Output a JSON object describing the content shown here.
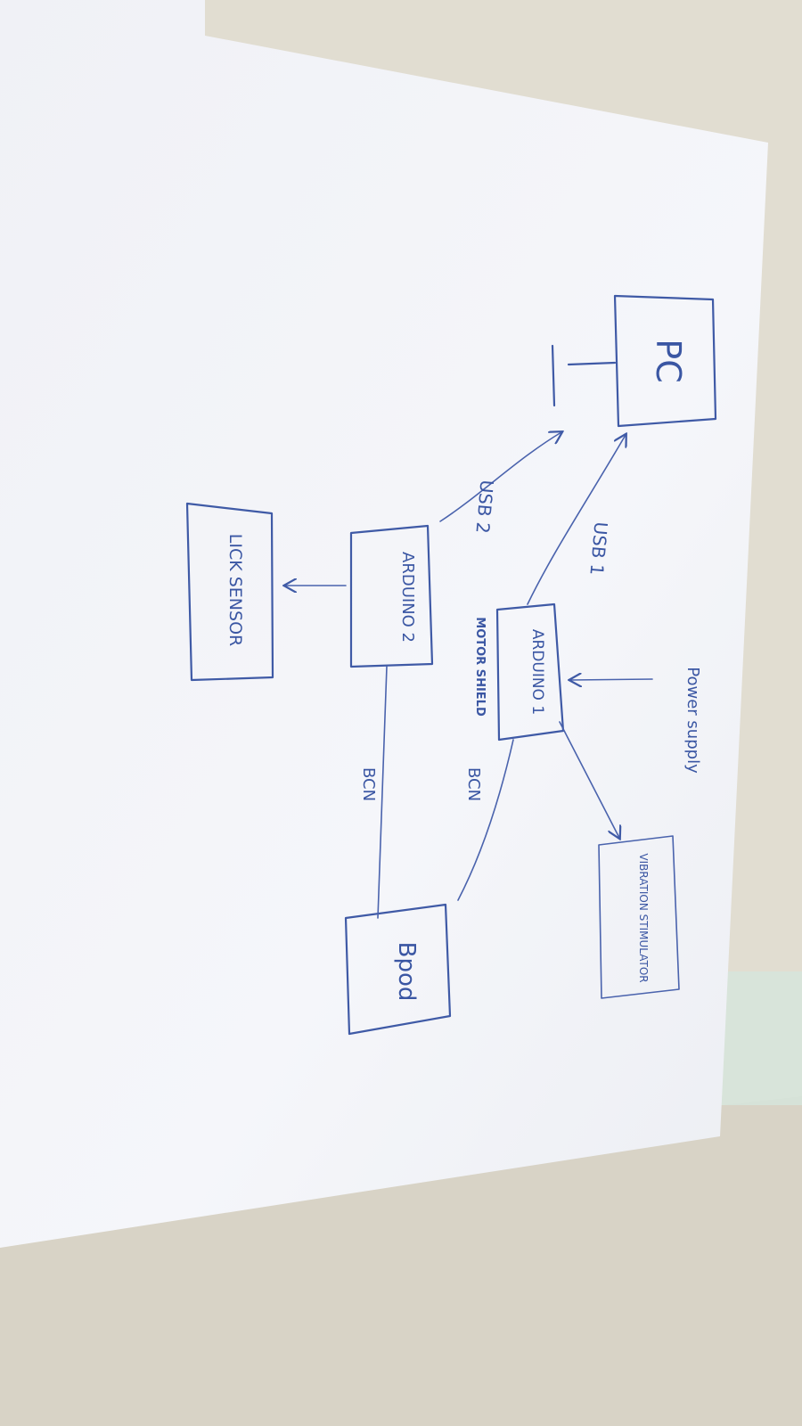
{
  "diagram": {
    "nodes": {
      "pc": "PC",
      "arduino1": "ARDUINO 1",
      "arduino2": "ARDUINO 2",
      "lick_sensor": "LICK SENSOR",
      "bpod": "Bpod",
      "vibration_stimulator": "VIBRATION STIMULATOR",
      "power_supply": "Power supply"
    },
    "annotations": {
      "motor_shield": "MOTOR SHIELD"
    },
    "edges": {
      "usb1": "USB 1",
      "usb2": "USB 2",
      "bcn_arduino1_bpod": "BCN",
      "bcn_arduino2_bpod": "BCN"
    }
  },
  "colors": {
    "ink": "#3f5aa6",
    "paper": "#f4f5f9",
    "background": "#e3e0d6"
  }
}
